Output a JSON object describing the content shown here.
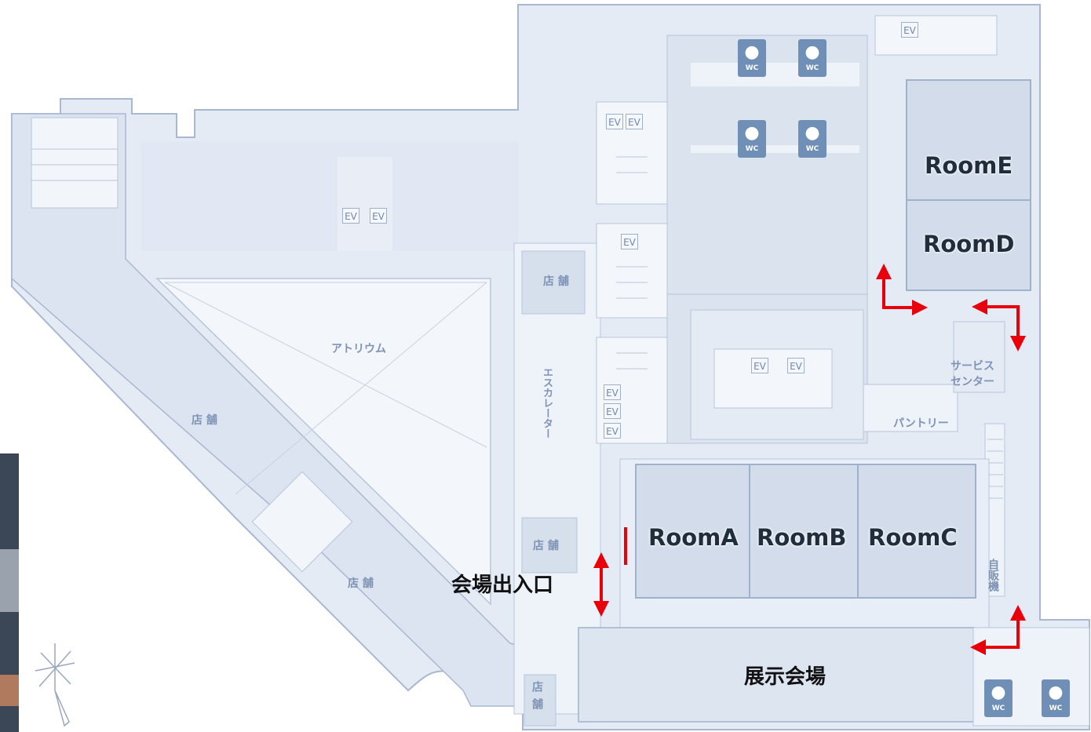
{
  "rooms": {
    "room_a": "RoomA",
    "room_b": "RoomB",
    "room_c": "RoomC",
    "room_d": "RoomD",
    "room_e": "RoomE"
  },
  "areas": {
    "entrance": "会場出入口",
    "exhibition_hall": "展示会場",
    "atrium": "アトリウム",
    "escalator": "エスカレーター",
    "service_center": "サービス\nセンター",
    "pantry": "パントリー",
    "vending": "自販機",
    "shop": "店 舗",
    "shop_vertical": "店舗"
  },
  "labels": {
    "ev": "EV",
    "wc": "WC"
  },
  "colors": {
    "floor": "#e4ebf5",
    "floor_light": "#edf2f9",
    "room_fill": "#d2dcea",
    "wall": "#a9b8d0",
    "arrow": "#e8000b",
    "wc_fill": "#6f8fb6"
  },
  "icons": [
    "wc-icon",
    "red-arrow",
    "compass-icon"
  ]
}
